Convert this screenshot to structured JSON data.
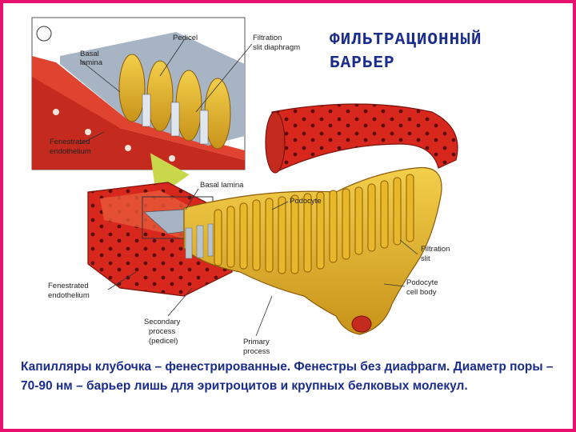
{
  "title": {
    "line1": "ФИЛЬТРАЦИОННЫЙ",
    "line2": "БАРЬЕР"
  },
  "caption": "Капилляры клубочка – фенестрированные. Фенестры без диафрагм. Диаметр поры – 70-90 нм – барьер лишь для эритроцитов и крупных белковых молекул.",
  "inset_labels": {
    "pedicel": "Pedicel",
    "basal_lamina_1": "Basal",
    "basal_lamina_2": "lamina",
    "filtration_slit_1": "Filtration",
    "filtration_slit_2": "slit diaphragm",
    "fenestrated_1": "Fenestrated",
    "fenestrated_2": "endothelium"
  },
  "main_labels": {
    "basal_lamina": "Basal lamina",
    "podocyte": "Podocyte",
    "filtration_slit_1": "Filtration",
    "filtration_slit_2": "slit",
    "fenestrated_1": "Fenestrated",
    "fenestrated_2": "endothelium",
    "podocyte_cell_body_1": "Podocyte",
    "podocyte_cell_body_2": "cell body",
    "secondary_1": "Secondary",
    "secondary_2": "process",
    "secondary_3": "(pedicel)",
    "primary_1": "Primary",
    "primary_2": "process"
  },
  "colors": {
    "frame": "#e8106e",
    "text": "#1a2c8c",
    "capillary_red": "#d8281e",
    "podocyte_yellow": "#e8b82a",
    "basal_lamina_gray": "#a7b4c4"
  }
}
